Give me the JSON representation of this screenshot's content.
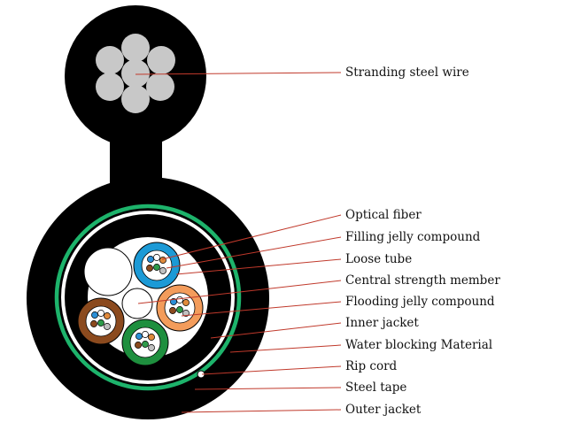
{
  "labels": {
    "stranding_steel_wire": "Stranding steel wire",
    "optical_fiber": "Optical fiber",
    "filling_jelly_compound": "Filling jelly compound",
    "loose_tube": "Loose tube",
    "central_strength_member": "Central strength member",
    "flooding_jelly_compound": "Flooding jelly compound",
    "inner_jacket": "Inner jacket",
    "water_blocking_material": "Water blocking Material",
    "rip_cord": "Rip cord",
    "steel_tape": "Steel tape",
    "outer_jacket": "Outer jacket"
  },
  "colors": {
    "jacket": "#000000",
    "steel_wire": "#c8c8c8",
    "steel_tape": "#1db36b",
    "leader_line": "#c0392b",
    "tube_blue": "#1c9ad6",
    "tube_orange": "#f39c5b",
    "tube_brown": "#8b4a1e",
    "tube_green": "#1e8f3e",
    "filler": "#ffffff"
  },
  "fiber_colors": {
    "blue_tube": [
      "#2b8fd6",
      "#ffffff",
      "#e08a3c",
      "#8b4a1e",
      "#2e9b4a",
      "#c0c0c0"
    ],
    "orange_tube": [
      "#2b8fd6",
      "#ffffff",
      "#e08a3c",
      "#8b4a1e",
      "#2e9b4a",
      "#c0c0c0"
    ],
    "brown_tube": [
      "#2b8fd6",
      "#ffffff",
      "#e08a3c",
      "#8b4a1e",
      "#2e9b4a",
      "#c0c0c0"
    ],
    "green_tube": [
      "#2b8fd6",
      "#ffffff",
      "#e08a3c",
      "#8b4a1e",
      "#2e9b4a",
      "#c0c0c0"
    ]
  }
}
